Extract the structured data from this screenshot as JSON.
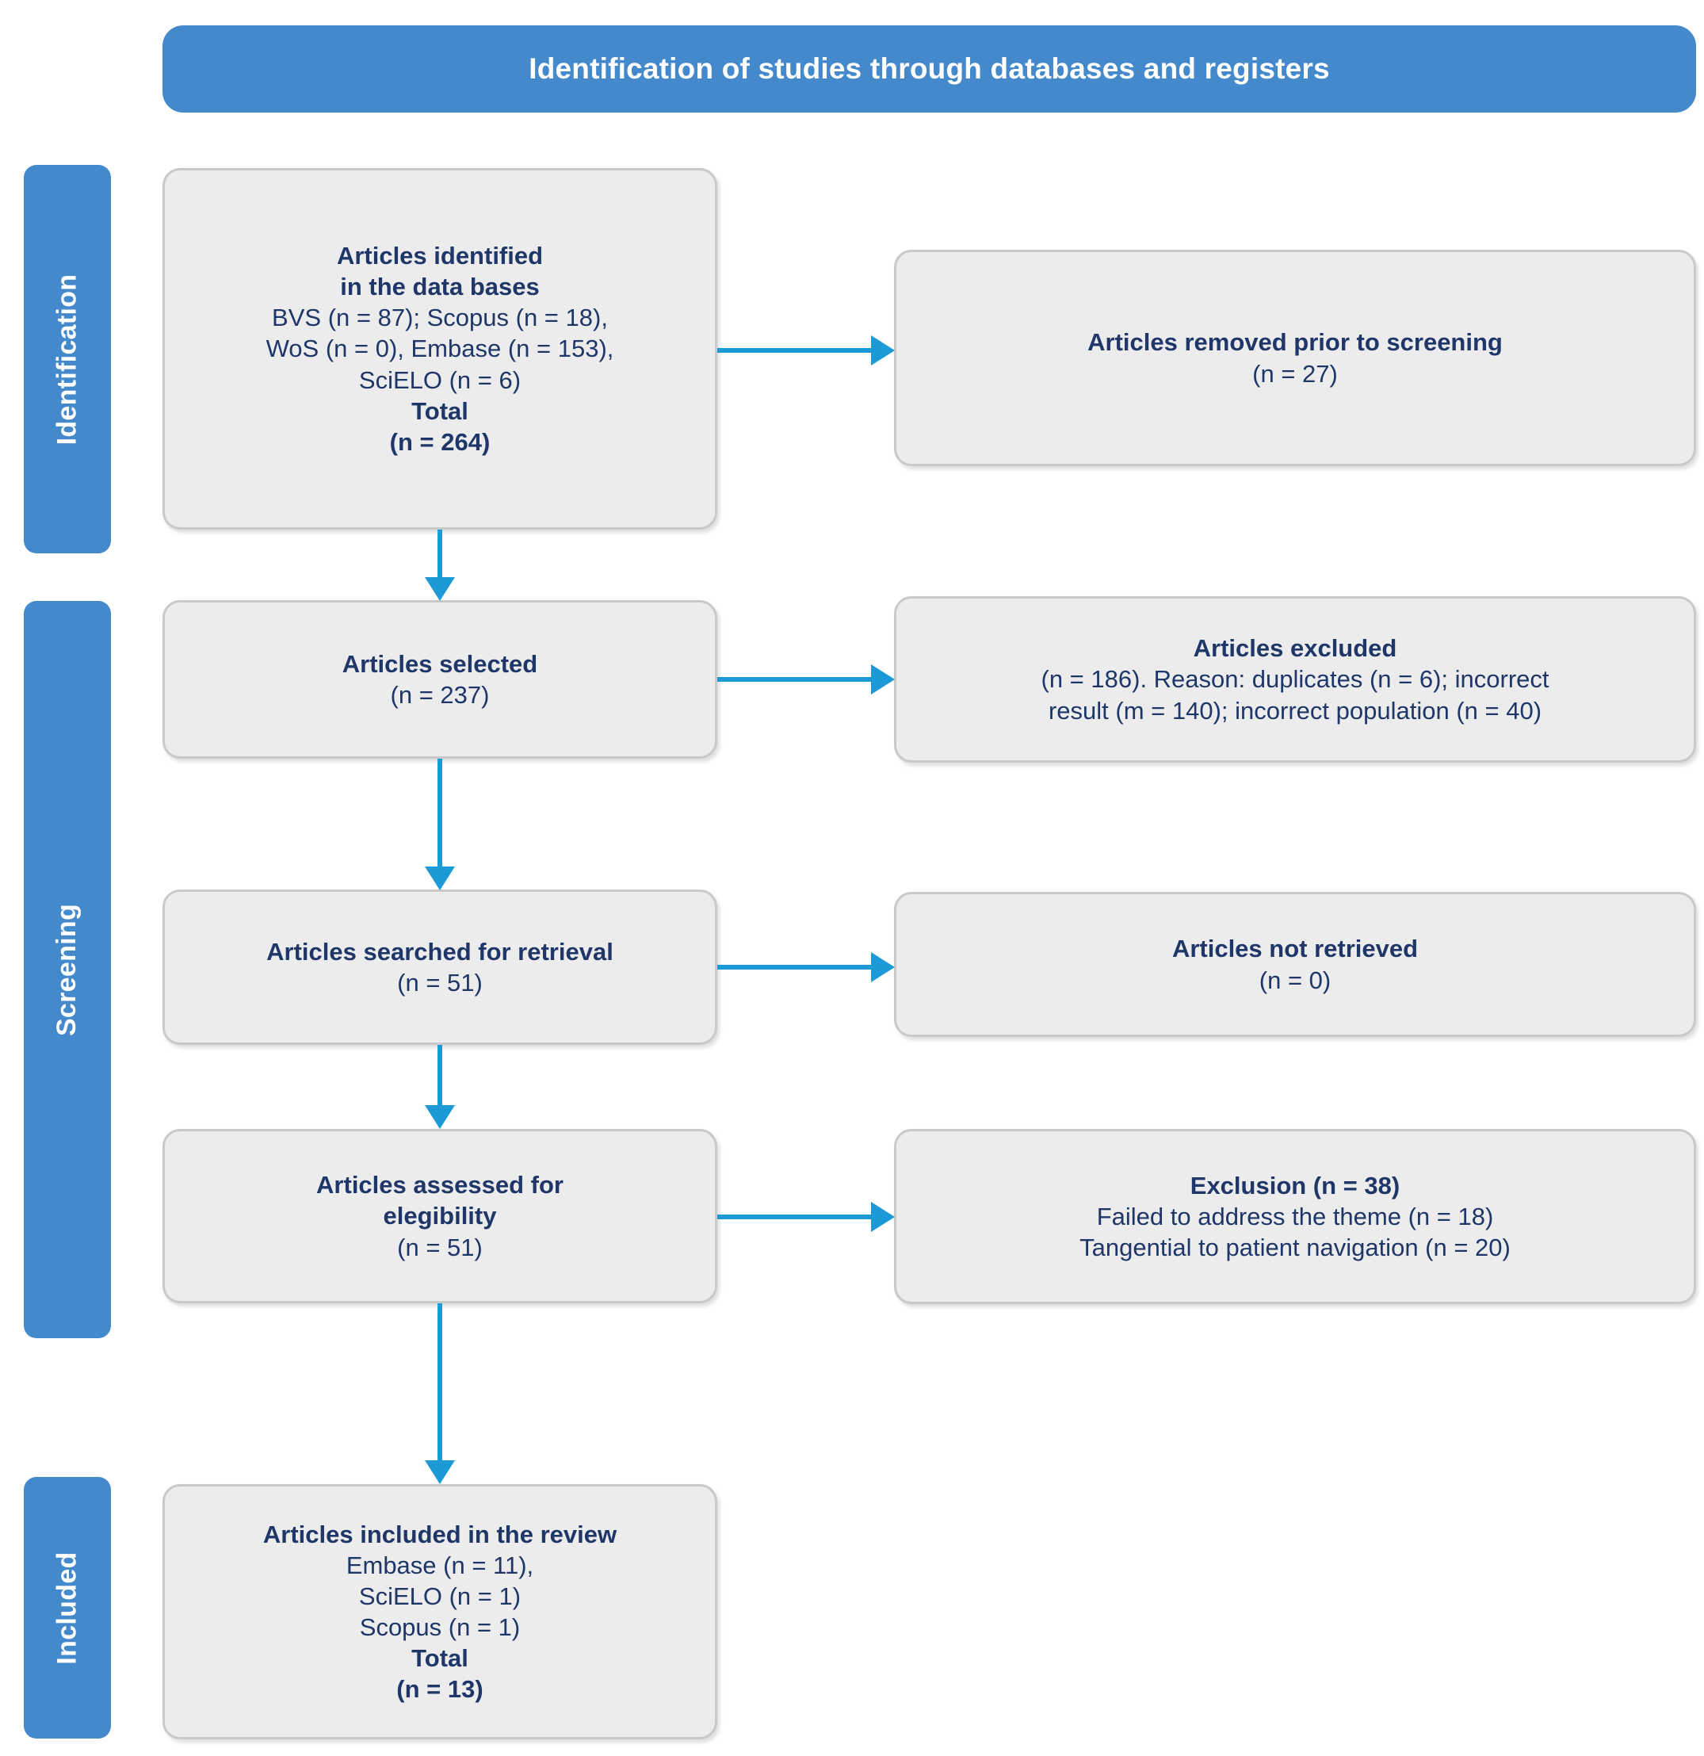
{
  "header": {
    "title": "Identification of studies through databases and registers",
    "bg_color": "#4589cd",
    "text_color": "#ffffff"
  },
  "phases": [
    {
      "id": "identification",
      "label": "Identification"
    },
    {
      "id": "screening",
      "label": "Screening"
    },
    {
      "id": "included",
      "label": "Included"
    }
  ],
  "colors": {
    "phase_bg": "#4589cd",
    "node_bg": "#ececec",
    "node_border": "#c9c9c9",
    "node_text": "#1f3669",
    "arrow": "#1b9ad6"
  },
  "nodes": {
    "identified": {
      "lines": [
        {
          "text": "Articles identified",
          "bold": true
        },
        {
          "text": "in the data bases",
          "bold": true
        },
        {
          "text": "BVS (n = 87); Scopus (n = 18),",
          "bold": false
        },
        {
          "text": "WoS (n = 0), Embase (n = 153),",
          "bold": false
        },
        {
          "text": "SciELO (n = 6)",
          "bold": false
        },
        {
          "text": "Total",
          "bold": true
        },
        {
          "text": "(n = 264)",
          "bold": true
        }
      ]
    },
    "removed": {
      "lines": [
        {
          "text": "Articles removed prior to screening",
          "bold": true
        },
        {
          "text": "(n = 27)",
          "bold": false
        }
      ]
    },
    "selected": {
      "lines": [
        {
          "text": "Articles selected",
          "bold": true
        },
        {
          "text": "(n = 237)",
          "bold": false
        }
      ]
    },
    "excluded": {
      "lines": [
        {
          "text": "Articles excluded",
          "bold": true
        },
        {
          "text": "(n = 186). Reason: duplicates (n = 6); incorrect",
          "bold": false
        },
        {
          "text": "result (m = 140); incorrect population (n = 40)",
          "bold": false
        }
      ]
    },
    "searched": {
      "lines": [
        {
          "text": "Articles searched for retrieval",
          "bold": true
        },
        {
          "text": "(n = 51)",
          "bold": false
        }
      ]
    },
    "not_retrieved": {
      "lines": [
        {
          "text": "Articles not retrieved",
          "bold": true
        },
        {
          "text": "(n = 0)",
          "bold": false
        }
      ]
    },
    "assessed": {
      "lines": [
        {
          "text": "Articles assessed for",
          "bold": true
        },
        {
          "text": "elegibility",
          "bold": true
        },
        {
          "text": "(n = 51)",
          "bold": false
        }
      ]
    },
    "exclusion": {
      "lines": [
        {
          "text": "Exclusion (n = 38)",
          "bold": true
        },
        {
          "text": "Failed to address the theme (n = 18)",
          "bold": false
        },
        {
          "text": "Tangential to patient navigation (n = 20)",
          "bold": false
        }
      ]
    },
    "included": {
      "lines": [
        {
          "text": "Articles included in the review",
          "bold": true
        },
        {
          "text": "Embase (n = 11),",
          "bold": false
        },
        {
          "text": "SciELO (n = 1)",
          "bold": false
        },
        {
          "text": "Scopus (n = 1)",
          "bold": false
        },
        {
          "text": "Total",
          "bold": true
        },
        {
          "text": "(n = 13)",
          "bold": true
        }
      ]
    }
  },
  "arrows": [
    {
      "id": "identified-to-removed",
      "direction": "right"
    },
    {
      "id": "identified-to-selected",
      "direction": "down"
    },
    {
      "id": "selected-to-excluded",
      "direction": "right"
    },
    {
      "id": "selected-to-searched",
      "direction": "down"
    },
    {
      "id": "searched-to-not-retrieved",
      "direction": "right"
    },
    {
      "id": "searched-to-assessed",
      "direction": "down"
    },
    {
      "id": "assessed-to-exclusion",
      "direction": "right"
    },
    {
      "id": "assessed-to-included",
      "direction": "down"
    }
  ]
}
